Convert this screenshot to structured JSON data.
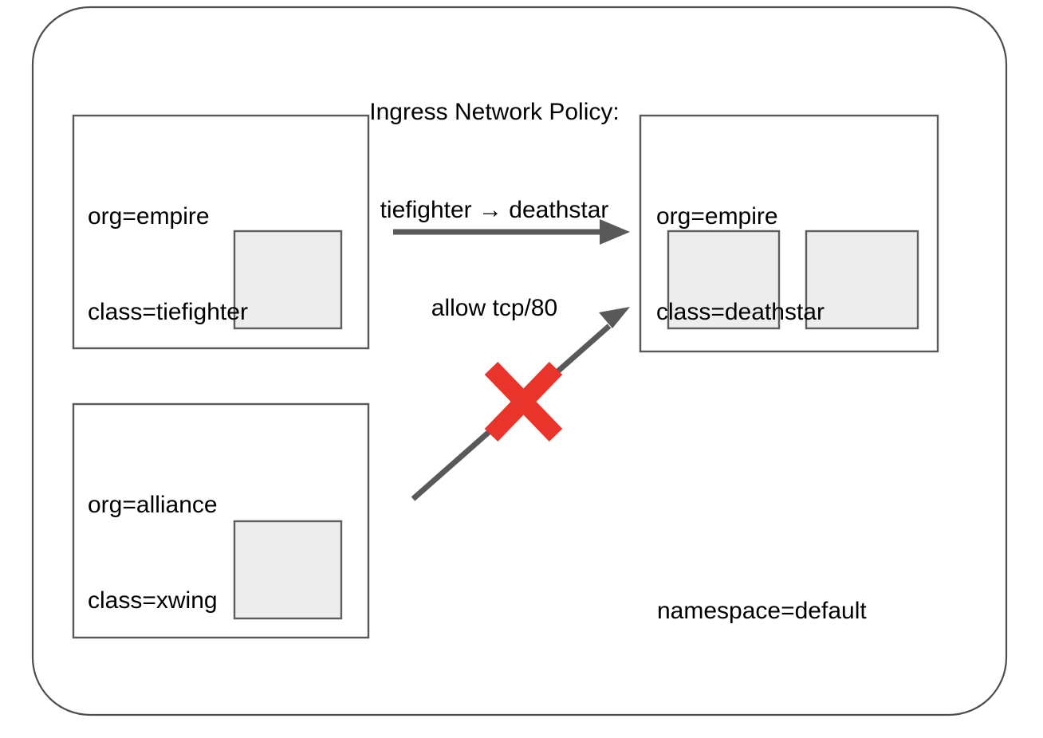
{
  "diagram": {
    "title_lines": [
      "Ingress Network Policy:",
      "tiefighter → deathstar",
      "allow tcp/80"
    ],
    "namespace_label": "namespace=default",
    "colors": {
      "outline": "#4d4d4d",
      "box_border": "#595959",
      "pod_fill": "#ededed",
      "pod_border": "#5e5e5e",
      "arrow": "#595959",
      "deny_cross": "#e8342a",
      "background": "#ffffff",
      "text": "#000000"
    },
    "groups": [
      {
        "id": "tiefighter",
        "labels": [
          "org=empire",
          "class=tiefighter"
        ],
        "pod_count": 1
      },
      {
        "id": "deathstar",
        "labels": [
          "org=empire",
          "class=deathstar"
        ],
        "pod_count": 2
      },
      {
        "id": "xwing",
        "labels": [
          "org=alliance",
          "class=xwing"
        ],
        "pod_count": 1
      }
    ],
    "connections": [
      {
        "id": "allowed-flow",
        "from": "tiefighter",
        "to": "deathstar",
        "state": "allowed",
        "blocked": false
      },
      {
        "id": "denied-flow",
        "from": "xwing",
        "to": "deathstar",
        "state": "denied",
        "blocked": true
      }
    ]
  }
}
